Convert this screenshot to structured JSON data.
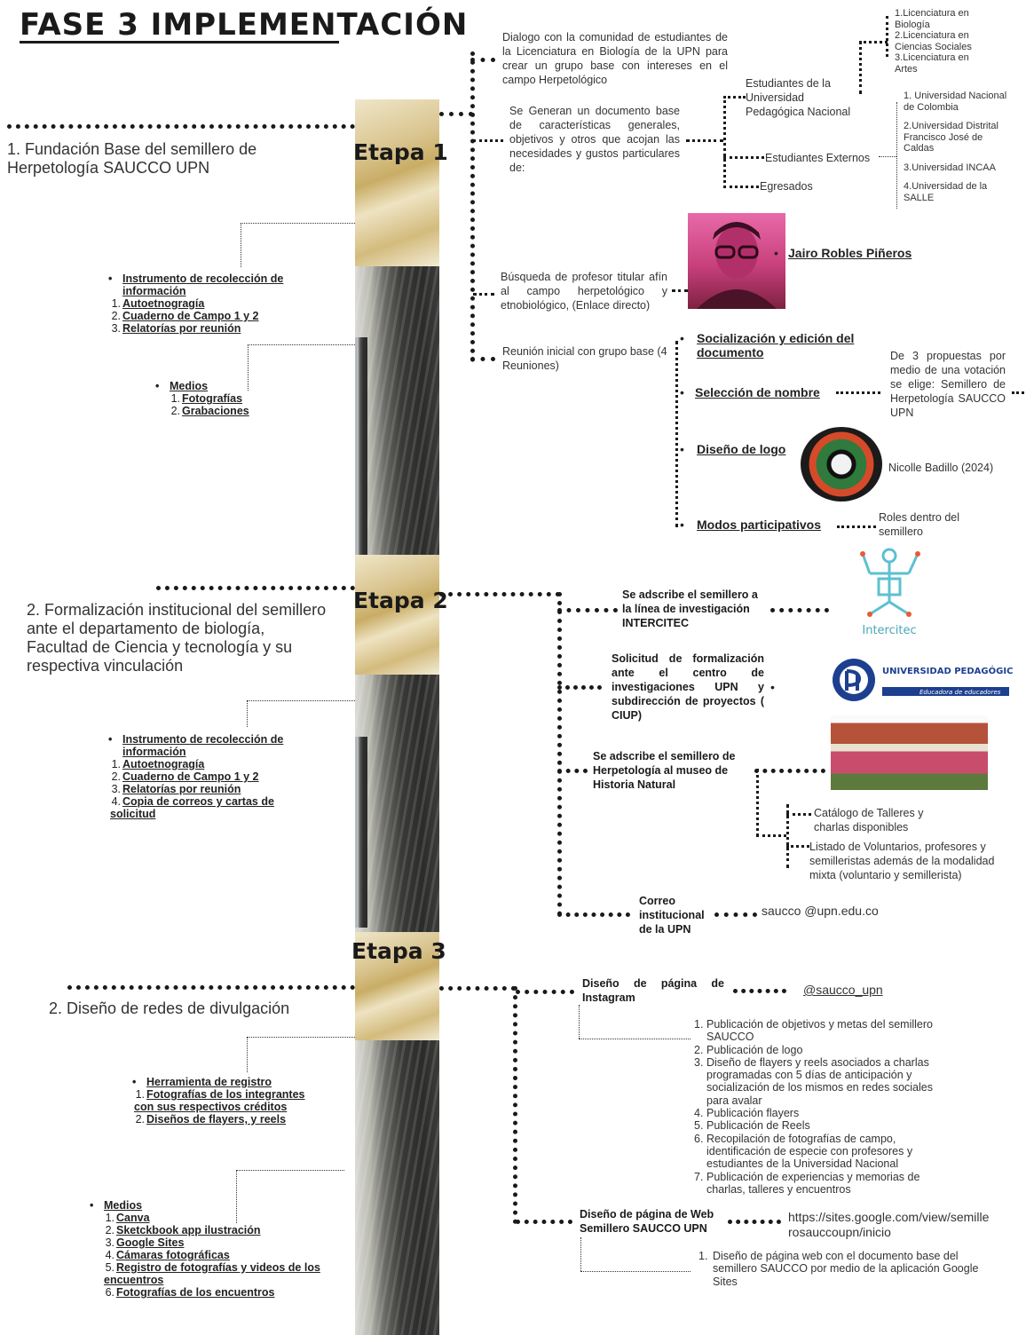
{
  "title": "FASE 3 IMPLEMENTACIÓN",
  "stages": [
    {
      "label": "Etapa 1"
    },
    {
      "label": "Etapa 2"
    },
    {
      "label": "Etapa 3"
    }
  ],
  "left": {
    "item1": {
      "num": "1.",
      "text": "Fundación Base del semillero de Herpetología SAUCCO UPN"
    },
    "item2": {
      "num": "2.",
      "text": "Formalización institucional del semillero ante el departamento de biología, Facultad de Ciencia y tecnología y su respectiva vinculación"
    },
    "item3": {
      "num": "2.",
      "text": "Diseño de redes de divulgación"
    },
    "instr1": {
      "head": "Instrumento de recolección de información",
      "items": [
        {
          "n": "1.",
          "t": "Autoetnogragía"
        },
        {
          "n": "2.",
          "t": "Cuaderno de Campo 1 y 2"
        },
        {
          "n": "3.",
          "t": "Relatorías por reunión"
        }
      ]
    },
    "medios1": {
      "head": "Medios",
      "items": [
        {
          "n": "1.",
          "t": "Fotografías"
        },
        {
          "n": "2.",
          "t": "Grabaciones"
        }
      ]
    },
    "instr2": {
      "head": "Instrumento de recolección de información",
      "items": [
        {
          "n": "1.",
          "t": "Autoetnogragía"
        },
        {
          "n": "2.",
          "t": "Cuaderno de Campo 1 y 2"
        },
        {
          "n": "3.",
          "t": "Relatorías por reunión"
        },
        {
          "n": "4.",
          "t": "Copia de correos y cartas de solicitud"
        }
      ]
    },
    "herr3": {
      "head": "Herramienta de registro",
      "items": [
        {
          "n": "1.",
          "t": "Fotografías de los integrantes con sus respectivos créditos"
        },
        {
          "n": "2.",
          "t": "Diseños de flayers, y reels"
        }
      ]
    },
    "medios3": {
      "head": "Medios",
      "items": [
        {
          "n": "1.",
          "t": "Canva"
        },
        {
          "n": "2.",
          "t": "Sketckbook app ilustración"
        },
        {
          "n": "3.",
          "t": "Google Sites"
        },
        {
          "n": "4.",
          "t": "Cámaras fotográficas"
        },
        {
          "n": "5.",
          "t": "Registro de fotografías y videos de los encuentros"
        },
        {
          "n": "6.",
          "t": "Fotografías de los encuentros"
        }
      ]
    }
  },
  "etapa1": {
    "dialogo": "Dialogo con la comunidad de estudiantes de la Licenciatura en Biología de la UPN para crear un grupo base con intereses en el campo Herpetológico",
    "documento": "Se Generan un documento base de características generales, objetivos y otros que acojan las necesidades y gustos particulares de:",
    "upn_students": "Estudiantes de la Universidad Pedagógica Nacional",
    "licenciaturas": [
      {
        "n": "1.",
        "t": "Licenciatura en Biología"
      },
      {
        "n": "2.",
        "t": "Licenciatura en Ciencias Sociales"
      },
      {
        "n": "3.",
        "t": "Licenciatura en Artes"
      }
    ],
    "externos": "Estudiantes Externos",
    "universidades": [
      {
        "n": "1.",
        "t": "Universidad Nacional de Colombia"
      },
      {
        "n": "2.",
        "t": "Universidad Distrital Francisco José de Caldas"
      },
      {
        "n": "3.",
        "t": "Universidad INCAA"
      },
      {
        "n": "4.",
        "t": "Universidad de la SALLE"
      }
    ],
    "egresados": "Egresados",
    "busqueda": "Búsqueda de profesor titular afín al campo herpetológico y etnobiológico, (Enlace directo)",
    "profesor": "Jairo Robles Piñeros",
    "reunion": "Reunión inicial con grupo base (4 Reuniones)",
    "sub": [
      {
        "t": "Socialización y edición del documento"
      },
      {
        "t": "Selección de nombre"
      },
      {
        "t": "Diseño de logo"
      },
      {
        "t": "Modos participativos"
      }
    ],
    "propuestas": "De 3 propuestas por medio de una votación se elige: Semillero de Herpetología SAUCCO UPN",
    "logo_credit": "Nicolle Badillo (2024)",
    "roles": "Roles dentro del semillero"
  },
  "etapa2": {
    "intercitec": "Se adscribe el semillero a la línea de investigación INTERCITEC",
    "intercitec_logo": "Intercitec",
    "solicitud": "Solicitud de formalización ante el centro de investigaciones UPN y subdirección de proyectos ( CIUP)",
    "upn_name": "UNIVERSIDAD PEDAGÓGICA NACIONAL",
    "upn_tag": "Educadora de educadores",
    "museo": "Se adscribe el semillero de Herpetología al museo de Historia Natural",
    "catalogo": "Catálogo de Talleres y charlas disponibles",
    "listado": "Listado de Voluntarios, profesores y semilleristas además de la modalidad mixta (voluntario y semillerista)",
    "correo": "Correo institucional de la UPN",
    "email": "saucco @upn.edu.co"
  },
  "etapa3": {
    "instagram": "Diseño de página de Instagram",
    "handle": "@saucco_upn",
    "posts": [
      {
        "n": "1.",
        "t": "Publicación de objetivos y metas del semillero SAUCCO"
      },
      {
        "n": "2.",
        "t": "Publicación de logo"
      },
      {
        "n": "3.",
        "t": "Diseño de flayers y reels asociados  a  charlas programadas con 5 días de anticipación y socialización de los mismos en redes sociales para avalar"
      },
      {
        "n": "4.",
        "t": "Publicación flayers"
      },
      {
        "n": "5.",
        "t": "Publicación de Reels"
      },
      {
        "n": "6.",
        "t": "Recopilación de fotografías de campo, identificación de especie con profesores y estudiantes de la Universidad Nacional"
      },
      {
        "n": "7.",
        "t": "Publicación de experiencias y memorias de charlas, talleres y encuentros"
      }
    ],
    "web": "Diseño de página de Web Semillero SAUCCO UPN",
    "url": "https://sites.google.com/view/semillerosauccoupn/inicio",
    "web_desc": {
      "n": "1.",
      "t": "Diseño de página web con el documento base del semillero SAUCCO por medio de la aplicación Google Sites"
    }
  },
  "colors": {
    "ink": "#1a1a1a",
    "gold": "#c9ad66",
    "pink": "#d4508f"
  }
}
